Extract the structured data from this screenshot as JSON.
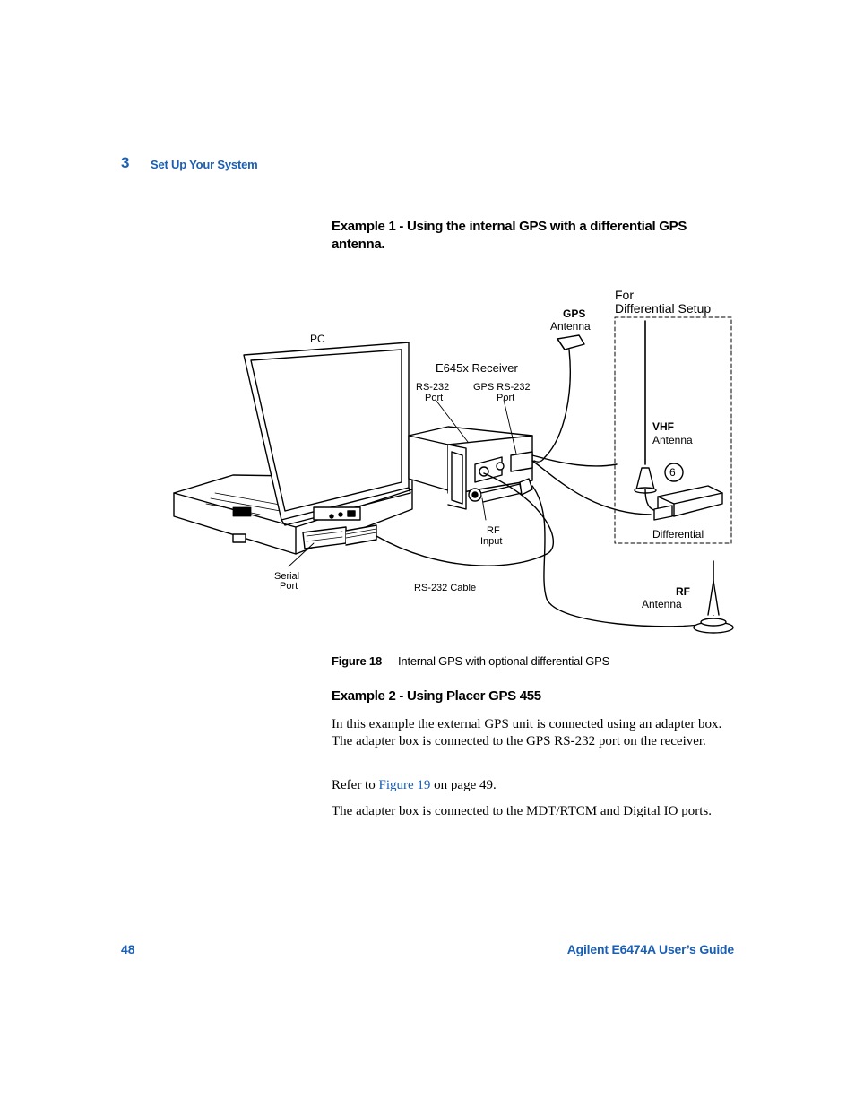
{
  "header": {
    "chapter_number": "3",
    "chapter_title": "Set Up Your System"
  },
  "example1": {
    "heading": "Example 1 - Using the internal GPS with a differential GPS antenna."
  },
  "figure": {
    "labels": {
      "pc": "PC",
      "receiver": "E645x Receiver",
      "rs232_port_1": "RS-232",
      "rs232_port_2": "Port",
      "gps_rs232_1": "GPS RS-232",
      "gps_rs232_2": "Port",
      "gps_antenna_1": "GPS",
      "gps_antenna_2": "Antenna",
      "for_diff_1": "For",
      "for_diff_2": "Differential Setup",
      "vhf_1": "VHF",
      "vhf_2": "Antenna",
      "callout": "6",
      "differential": "Differential",
      "rf_input_1": "RF",
      "rf_input_2": "Input",
      "serial_port_1": "Serial",
      "serial_port_2": "Port",
      "rs232_cable": "RS-232 Cable",
      "rf_antenna_1": "RF",
      "rf_antenna_2": "Antenna"
    },
    "caption_label": "Figure 18",
    "caption_text": "Internal GPS with optional differential GPS"
  },
  "example2": {
    "heading": "Example 2 - Using Placer GPS 455",
    "para1": "In this example the external GPS unit is connected using an adapter box. The adapter box is connected to the GPS RS-232 port on the receiver.",
    "para2_prefix": "Refer to ",
    "para2_link": "Figure 19",
    "para2_suffix": " on page 49.",
    "para3": "The adapter box is connected to the MDT/RTCM and Digital IO ports."
  },
  "footer": {
    "page_number": "48",
    "doc_title": "Agilent E6474A User’s Guide"
  },
  "colors": {
    "accent": "#1a5fb4"
  }
}
